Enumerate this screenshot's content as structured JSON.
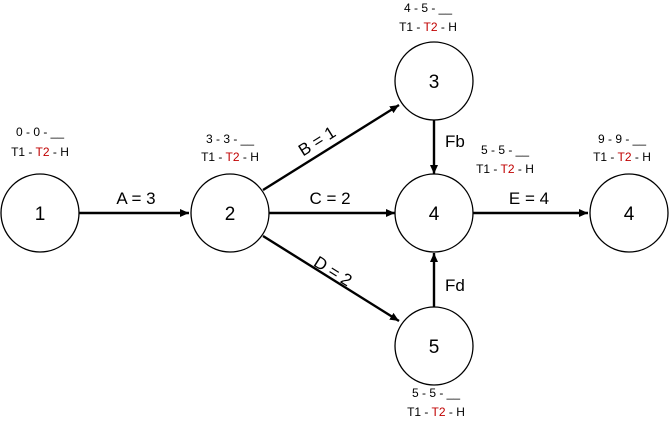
{
  "diagram": {
    "nodes": [
      {
        "id": "n1",
        "label": "1",
        "line1": "0 - 0 - __",
        "t1": "T1",
        "t2": "T2",
        "h": "H"
      },
      {
        "id": "n2",
        "label": "2",
        "line1": "3 - 3 - __",
        "t1": "T1",
        "t2": "T2",
        "h": "H"
      },
      {
        "id": "n3",
        "label": "3",
        "line1": "4 - 5 - __",
        "t1": "T1",
        "t2": "T2",
        "h": "H"
      },
      {
        "id": "n4",
        "label": "4",
        "line1": "5 - 5 - __",
        "t1": "T1",
        "t2": "T2",
        "h": "H"
      },
      {
        "id": "n5",
        "label": "5",
        "line1": "5 - 5 - __",
        "t1": "T1",
        "t2": "T2",
        "h": "H"
      },
      {
        "id": "n4b",
        "label": "4",
        "line1": "9 - 9 - __",
        "t1": "T1",
        "t2": "T2",
        "h": "H"
      }
    ],
    "edges": [
      {
        "id": "A",
        "label": "A = 3"
      },
      {
        "id": "B",
        "label": "B = 1"
      },
      {
        "id": "C",
        "label": "C = 2"
      },
      {
        "id": "D",
        "label": "D = 2"
      },
      {
        "id": "E",
        "label": "E = 4"
      },
      {
        "id": "Fb",
        "label": "Fb"
      },
      {
        "id": "Fd",
        "label": "Fd"
      }
    ],
    "colors": {
      "line": "#000000",
      "accent_text": "#c00000",
      "background": "#ffffff"
    }
  }
}
